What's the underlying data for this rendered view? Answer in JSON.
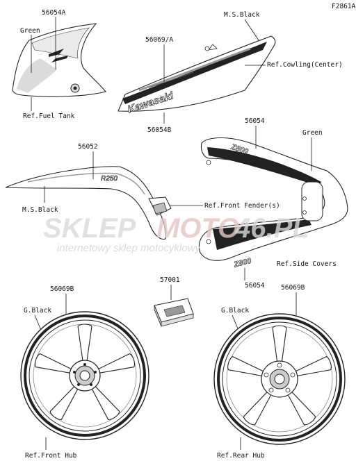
{
  "figure_code": "F2861A",
  "watermark": {
    "brand_left": "SKLEP",
    "brand_mid": "MOTO",
    "brand_right": "46.PL",
    "tagline": "internetowy sklep motocyklowy"
  },
  "decals": {
    "fuel_tank": {
      "part_no": "56054A",
      "color": "Green",
      "ref": "Ref.Fuel Tank",
      "logo": "Z"
    },
    "cowling": {
      "part_no_top": "56069/A",
      "part_no_bottom": "56054B",
      "color": "M.S.Black",
      "ref": "Ref.Cowling(Center)",
      "brand": "Kawasaki"
    },
    "front_fender": {
      "part_no": "56052",
      "color": "M.S.Black",
      "ref": "Ref.Front Fender(s)",
      "text": "R250"
    },
    "side_covers": {
      "part_no_top": "56054",
      "part_no_bottom": "56054",
      "color": "Green",
      "ref": "Ref.Side Covers",
      "text_top": "Z800",
      "text_bottom": "Z800"
    },
    "clip": {
      "part_no": "57001"
    },
    "front_wheel": {
      "part_no": "56069B",
      "color": "G.Black",
      "ref": "Ref.Front Hub"
    },
    "rear_wheel": {
      "part_no": "56069B",
      "color": "G.Black",
      "ref": "Ref.Rear Hub"
    }
  }
}
